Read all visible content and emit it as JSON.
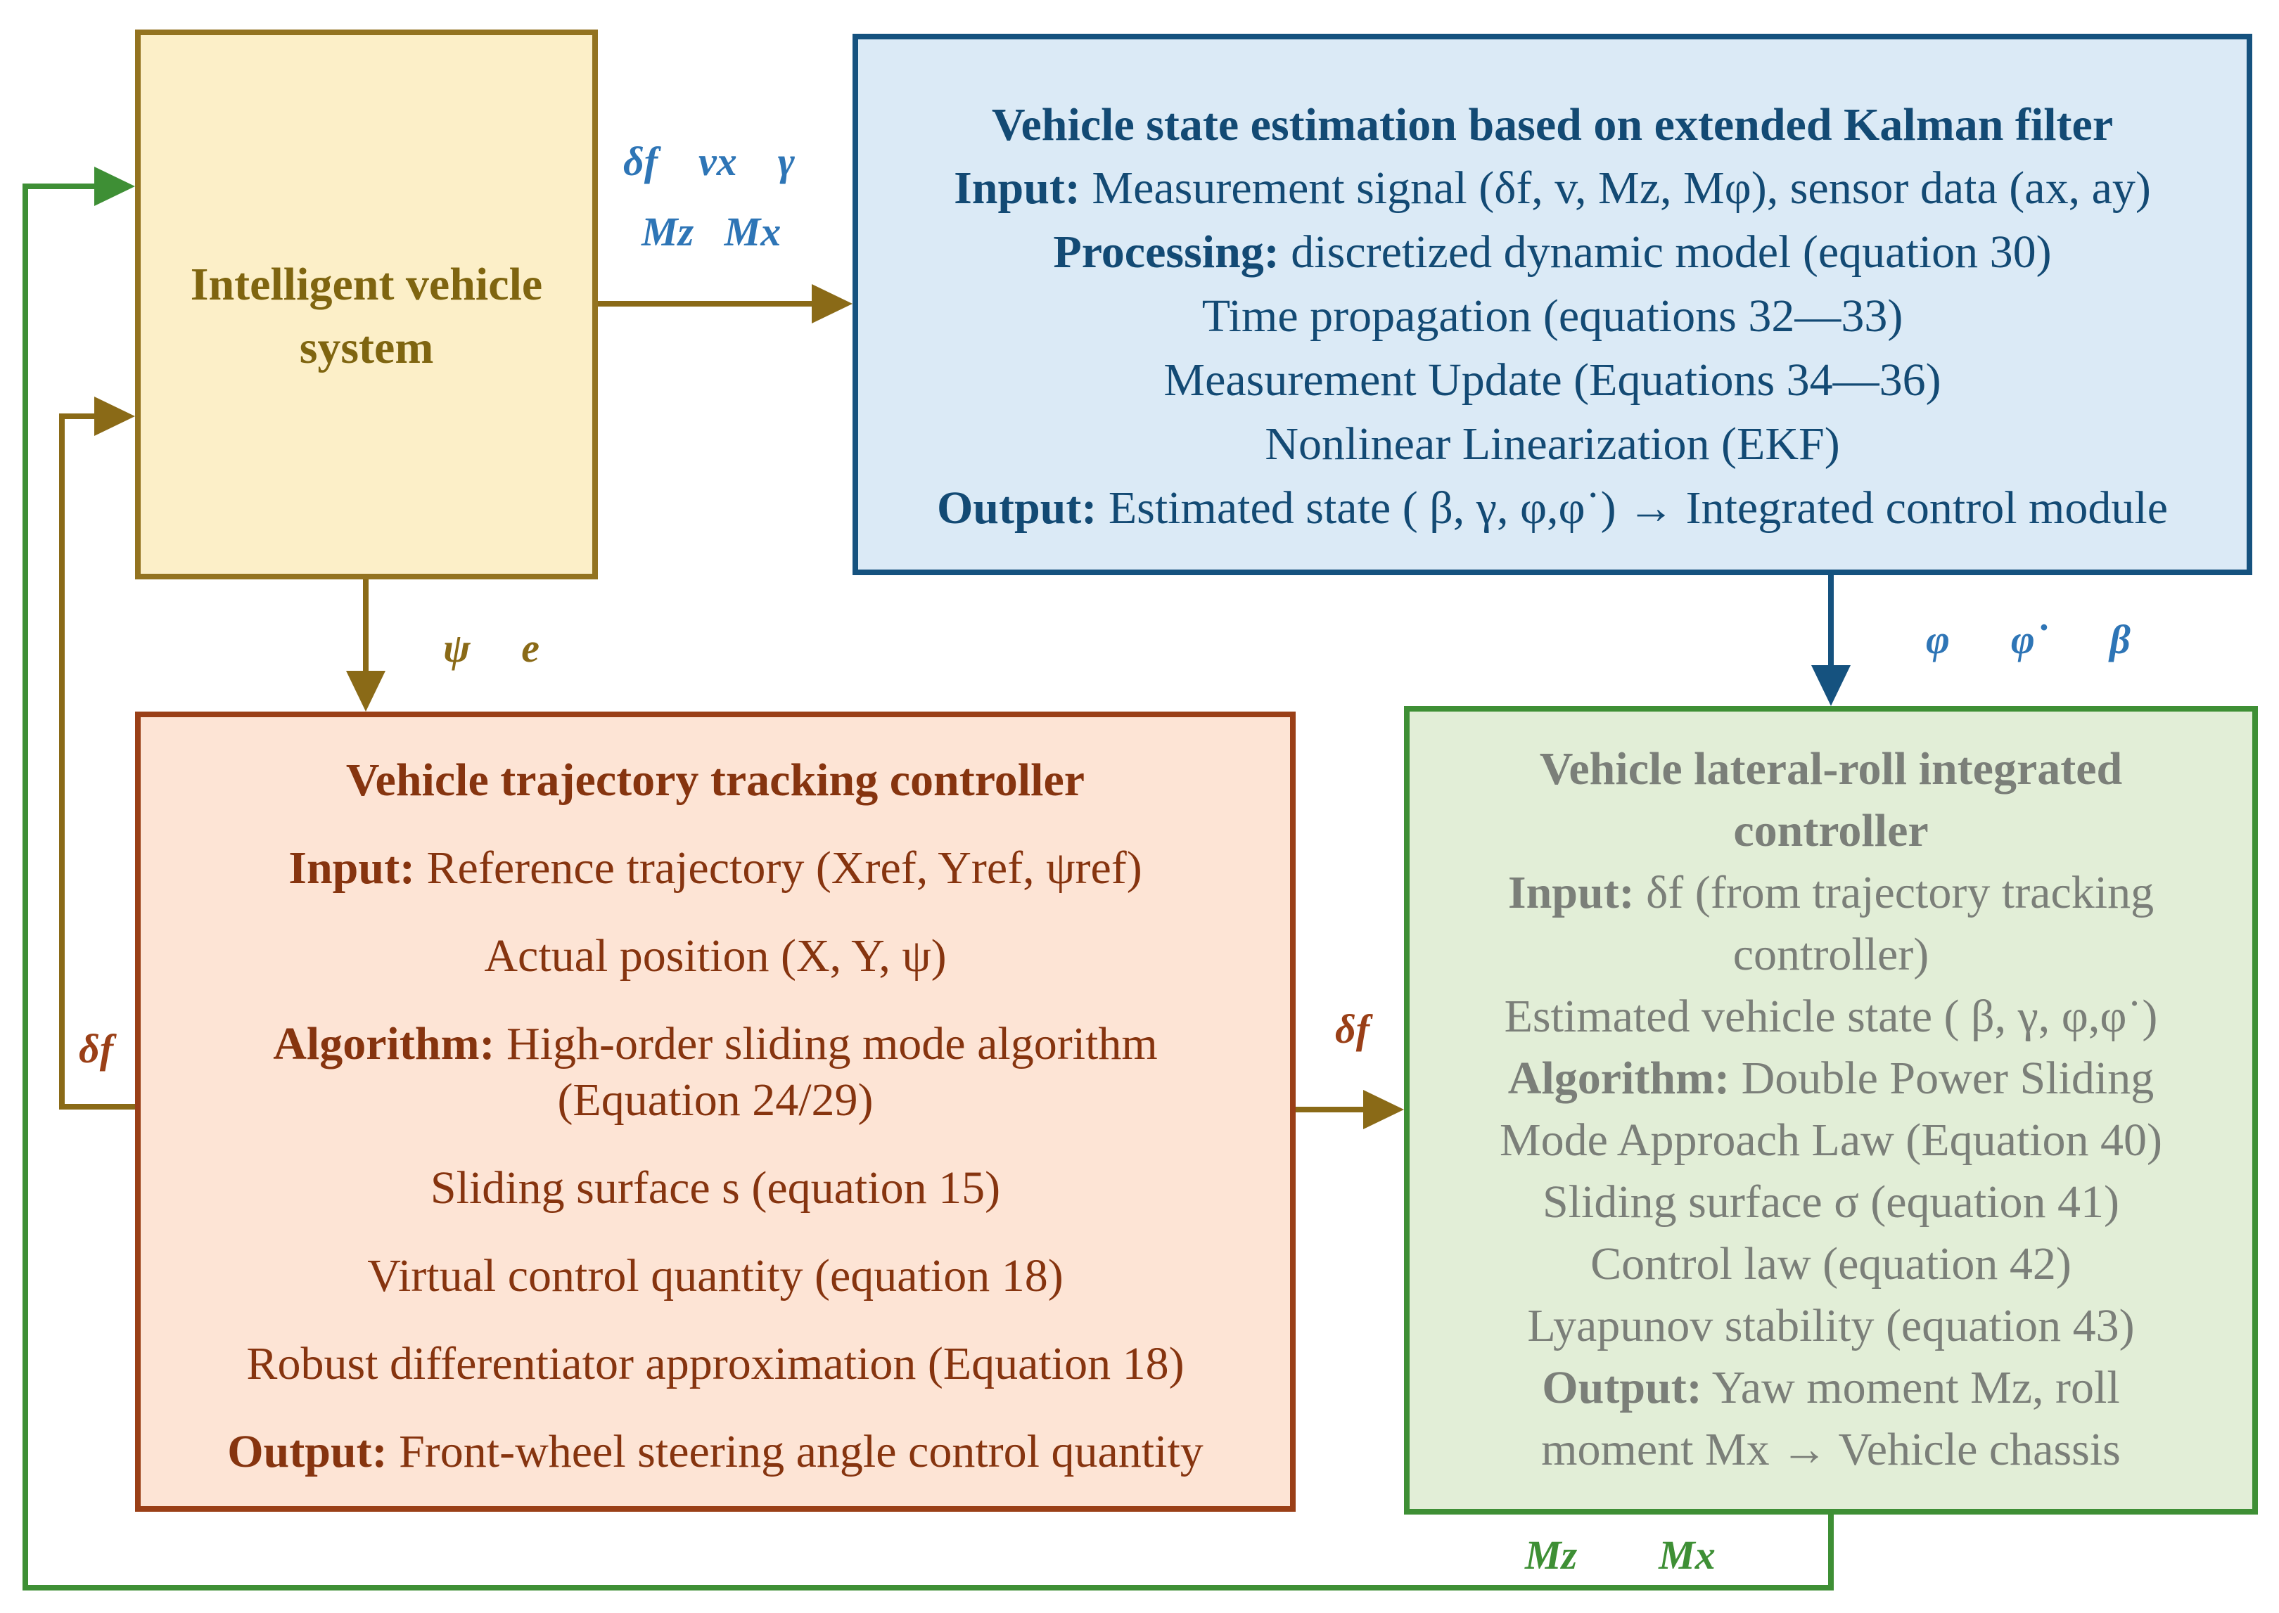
{
  "colors": {
    "ivs_fill": "#fcefc8",
    "ivs_stroke": "#937320",
    "ekf_fill": "#dbeaf6",
    "ekf_stroke": "#15527f",
    "ttc_fill": "#fde4d5",
    "ttc_stroke": "#9a3f17",
    "lric_fill": "#e2eed7",
    "lric_stroke": "#3e8f35",
    "blue_label": "#2e75b6",
    "brown_label": "#7f6510",
    "red_label": "#9a3f17",
    "green_label": "#3e8f35"
  },
  "ivs": {
    "title": "Intelligent vehicle system"
  },
  "ekf": {
    "title": "Vehicle state estimation based on extended Kalman filter",
    "input_label": "Input:",
    "input_text": "Measurement signal (δf, v, Mz, Mφ), sensor data (ax, ay)",
    "processing_label": "Processing:",
    "processing_text": "discretized dynamic model (equation 30)",
    "time_prop": "Time propagation (equations 32—33)",
    "meas_update": "Measurement Update (Equations 34—36)",
    "nonlinear": "Nonlinear Linearization (EKF)",
    "output_label": "Output:",
    "output_text": "Estimated state ( β, γ, φ,φ˙) → Integrated control module"
  },
  "ttc": {
    "title": "Vehicle trajectory tracking controller",
    "input_label": "Input:",
    "input_text": "Reference trajectory (Xref, Yref, ψref)",
    "actual": "Actual position (X, Y, ψ)",
    "algorithm_label": "Algorithm:",
    "algorithm_text": "High-order sliding mode algorithm",
    "algorithm_eq": "(Equation 24/29)",
    "sliding": "Sliding surface s (equation 15)",
    "virtual": "Virtual control quantity (equation 18)",
    "robust": "Robust differentiator approximation (Equation 18)",
    "output_label": "Output:",
    "output_text": "Front-wheel steering angle control quantity"
  },
  "lric": {
    "title_1": "Vehicle lateral-roll integrated",
    "title_2": "controller",
    "input_label": "Input:",
    "input_text": "δf  (from trajectory tracking",
    "input_text_2": "controller)",
    "estimated": "Estimated vehicle state  ( β, γ, φ,φ˙)",
    "algorithm_label": "Algorithm:",
    "algorithm_text": "Double Power Sliding",
    "algorithm_text_2": "Mode Approach Law (Equation 40)",
    "sliding": "Sliding surface σ (equation 41)",
    "control": "Control law (equation 42)",
    "lyapunov": "Lyapunov stability (equation 43)",
    "output_label": "Output:",
    "output_text": "Yaw moment Mz, roll",
    "output_text_2": "moment Mx → Vehicle chassis"
  },
  "signals": {
    "ivs_to_ekf_top": "δf    vx    γ",
    "ivs_to_ekf_bottom": "Mz   Mx",
    "ivs_to_ttc": "ψ     e",
    "ekf_to_lric": "φ      φ˙      β",
    "ttc_to_ivs": "δf",
    "ttc_to_lric": "δf",
    "lric_to_ivs": "Mz        Mx"
  }
}
